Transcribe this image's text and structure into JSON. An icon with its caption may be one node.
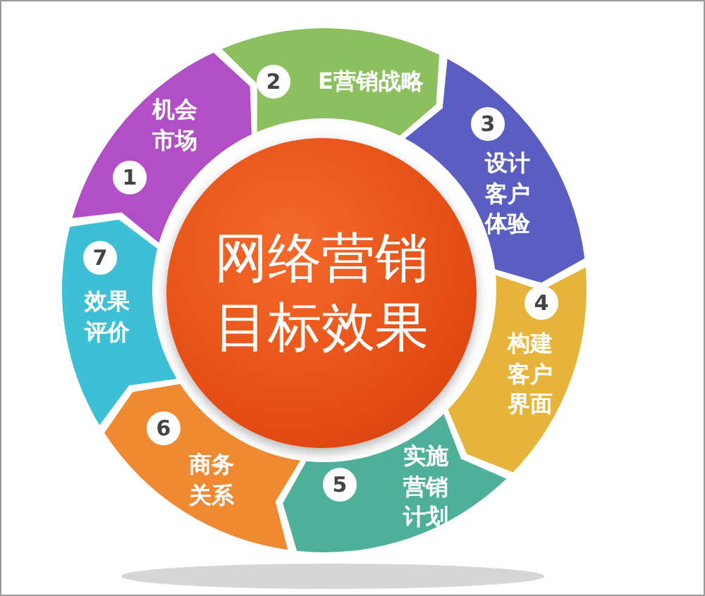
{
  "diagram": {
    "nodes": [
      {
        "text": [
          "网络营销目标效果"
        ]
      },
      {
        "text": [
          "1",
          "机会市场"
        ]
      },
      {
        "text": [
          "2",
          "E营销战略"
        ]
      },
      {
        "text": [
          "3",
          "设计客户体验"
        ]
      },
      {
        "text": [
          "4",
          "构建客户界面"
        ]
      },
      {
        "text": [
          "5",
          "实施营销计划"
        ]
      },
      {
        "text": [
          "6",
          "商务关系"
        ]
      },
      {
        "text": [
          "7",
          "效果评价"
        ]
      }
    ]
  }
}
